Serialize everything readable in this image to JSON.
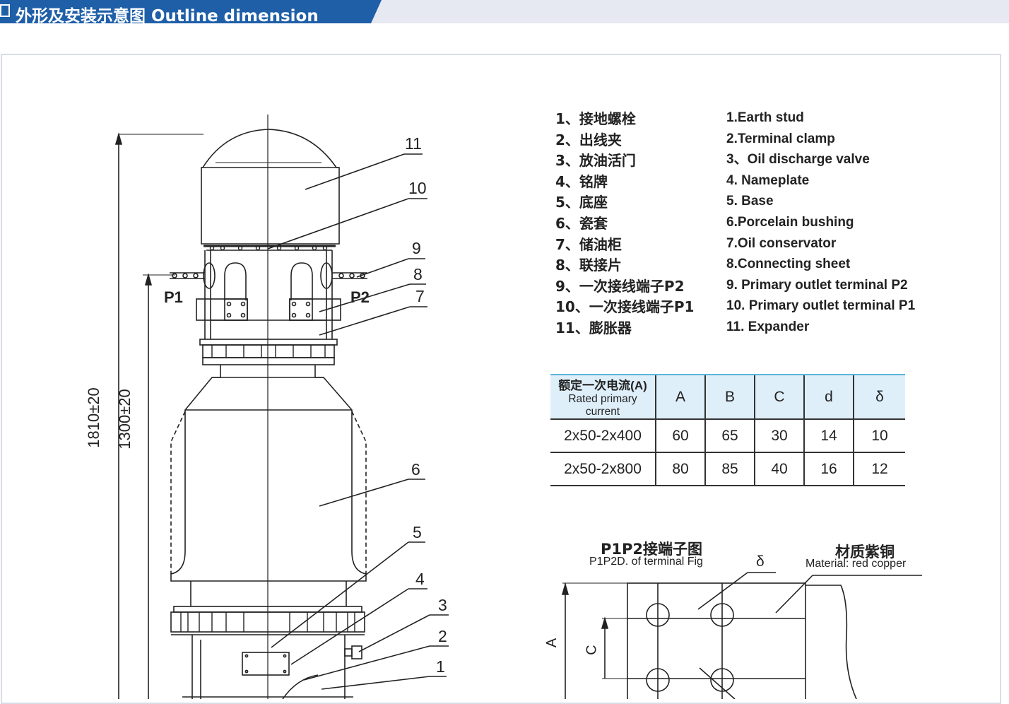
{
  "header": {
    "title": "外形及安装示意图 Outline dimension"
  },
  "legend_cn": [
    "1、接地螺栓",
    "2、出线夹",
    "3、放油活门",
    "4、铭牌",
    "5、底座",
    "6、瓷套",
    "7、储油柜",
    "8、联接片",
    "9、一次接线端子P2",
    "10、一次接线端子P1",
    "11、膨胀器"
  ],
  "legend_en": [
    "1.Earth stud",
    "2.Terminal clamp",
    "3、Oil discharge valve",
    "4. Nameplate",
    "5. Base",
    "6.Porcelain bushing",
    "7.Oil conservator",
    "8.Connecting sheet",
    "9. Primary outlet terminal P2",
    "10. Primary outlet terminal P1",
    "11. Expander"
  ],
  "table": {
    "header_cn": "额定一次电流(A)",
    "header_en": "Rated primary current",
    "columns": [
      "A",
      "B",
      "C",
      "d",
      "δ"
    ],
    "rows": [
      {
        "current": "2x50-2x400",
        "values": [
          "60",
          "65",
          "30",
          "14",
          "10"
        ]
      },
      {
        "current": "2x50-2x800",
        "values": [
          "80",
          "85",
          "40",
          "16",
          "12"
        ]
      }
    ]
  },
  "drawing": {
    "dim_total": "1810±20",
    "dim_height": "1300±20",
    "terminal_p1": "P1",
    "terminal_p2": "P2",
    "callouts": [
      "11",
      "10",
      "9",
      "8",
      "7",
      "6",
      "5",
      "4",
      "3",
      "2",
      "1"
    ]
  },
  "terminal_fig": {
    "title_cn": "P1P2接端子图",
    "title_en": "P1P2D. of terminal Fig",
    "material_cn": "材质紫铜",
    "material_en": "Material: red copper",
    "delta": "δ",
    "dim_a": "A",
    "dim_c": "C"
  },
  "colors": {
    "header_blue": "#1f5fa8",
    "header_gray": "#e6e9f1",
    "table_header_bg": "#dfeffa",
    "table_top_rule": "#5fb6dc"
  }
}
